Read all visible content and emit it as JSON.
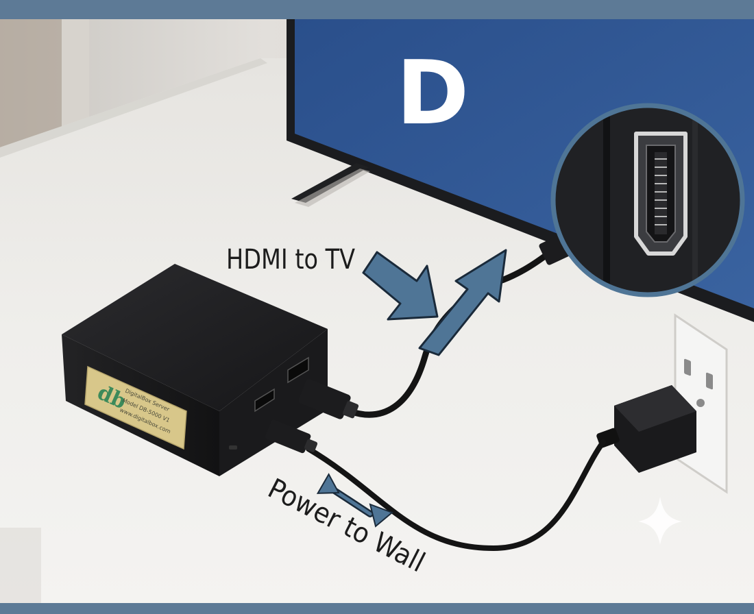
{
  "tv": {
    "screen_letter": "D"
  },
  "labels": {
    "hdmi": "HDMI to TV",
    "power": "Power to Wall"
  },
  "device": {
    "sticker_logo": "db",
    "sticker_lines": [
      "DigitalBox Server",
      "Model DB-5000 V1",
      "www.digitalbox.com"
    ]
  },
  "icons": {
    "hdmi_port_zoom": "hdmi-port-icon",
    "sparkle": "sparkle-icon",
    "arrows": "direction-arrow-icon"
  },
  "colors": {
    "frame": "#5d7a96",
    "tv_screen": "#2e5591",
    "arrow_fill": "#4f7596",
    "arrow_stroke": "#1a2a3a",
    "desk": "#ecebe8",
    "device": "#1d1d1f",
    "sticker": "#d8c78a"
  }
}
